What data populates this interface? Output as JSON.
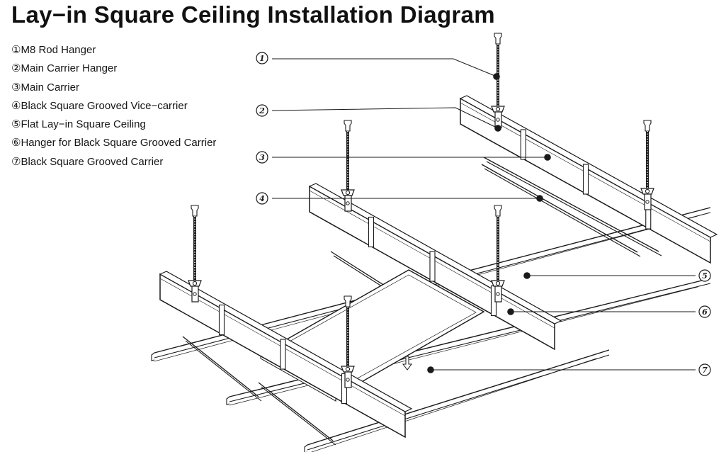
{
  "title": "Lay−in Square Ceiling Installation Diagram",
  "legend": [
    {
      "label": "①M8 Rod Hanger"
    },
    {
      "label": "②Main Carrier Hanger"
    },
    {
      "label": "③Main Carrier"
    },
    {
      "label": "④Black Square Grooved Vice−carrier"
    },
    {
      "label": "⑤Flat Lay−in Square Ceiling"
    },
    {
      "label": "⑥Hanger for Black Square Grooved Carrier"
    },
    {
      "label": "⑦Black Square Grooved Carrier"
    }
  ],
  "callouts": [
    "1",
    "2",
    "3",
    "4",
    "5",
    "6",
    "7"
  ],
  "colors": {
    "line": "#1a1a1a",
    "background": "#ffffff"
  }
}
